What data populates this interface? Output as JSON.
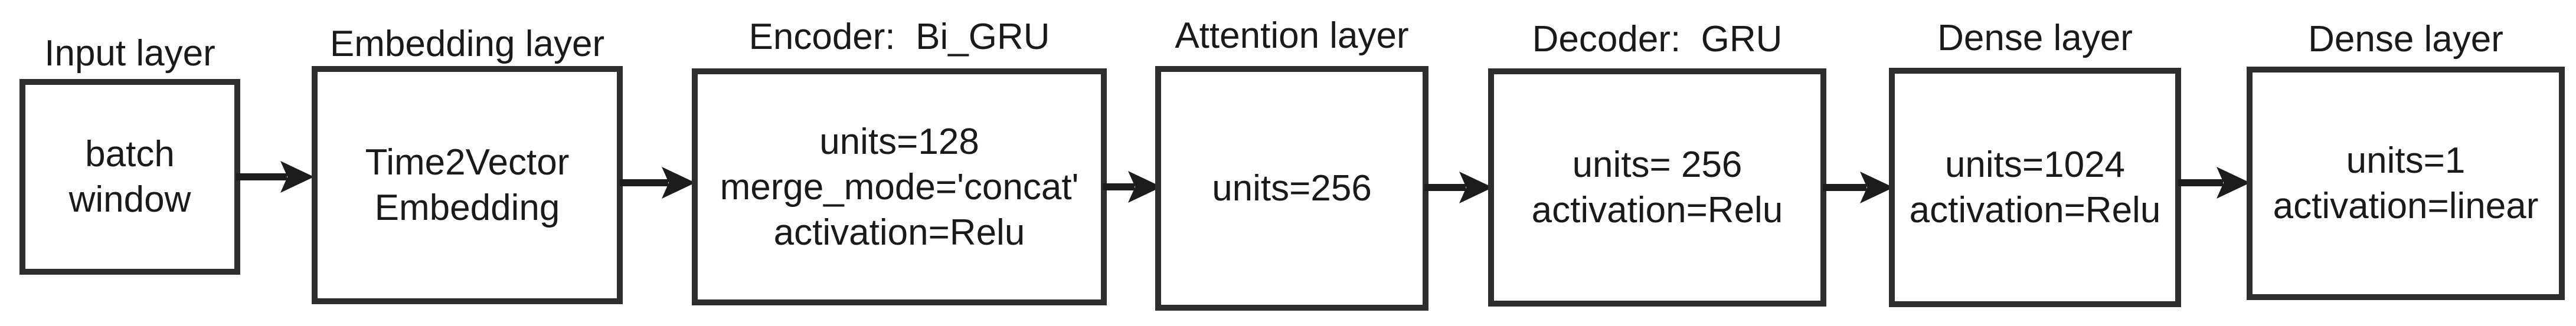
{
  "colors": {
    "border": "#2e2e2e",
    "text": "#1a1a1a",
    "arrow": "#1c1c1c",
    "background": "#ffffff"
  },
  "layers": [
    {
      "title": "Input layer",
      "lines": [
        "batch",
        "window"
      ]
    },
    {
      "title": "Embedding layer",
      "lines": [
        "Time2Vector",
        "Embedding"
      ]
    },
    {
      "title": "Encoder:  Bi_GRU",
      "lines": [
        "units=128",
        "merge_mode='concat'",
        "activation=Relu"
      ]
    },
    {
      "title": "Attention layer",
      "lines": [
        "units=256"
      ]
    },
    {
      "title": "Decoder:  GRU",
      "lines": [
        "units= 256",
        "activation=Relu"
      ]
    },
    {
      "title": "Dense layer",
      "lines": [
        "units=1024",
        "activation=Relu"
      ]
    },
    {
      "title": "Dense layer",
      "lines": [
        "units=1",
        "activation=linear"
      ]
    }
  ],
  "icons": {
    "arrow": "right-arrow"
  }
}
